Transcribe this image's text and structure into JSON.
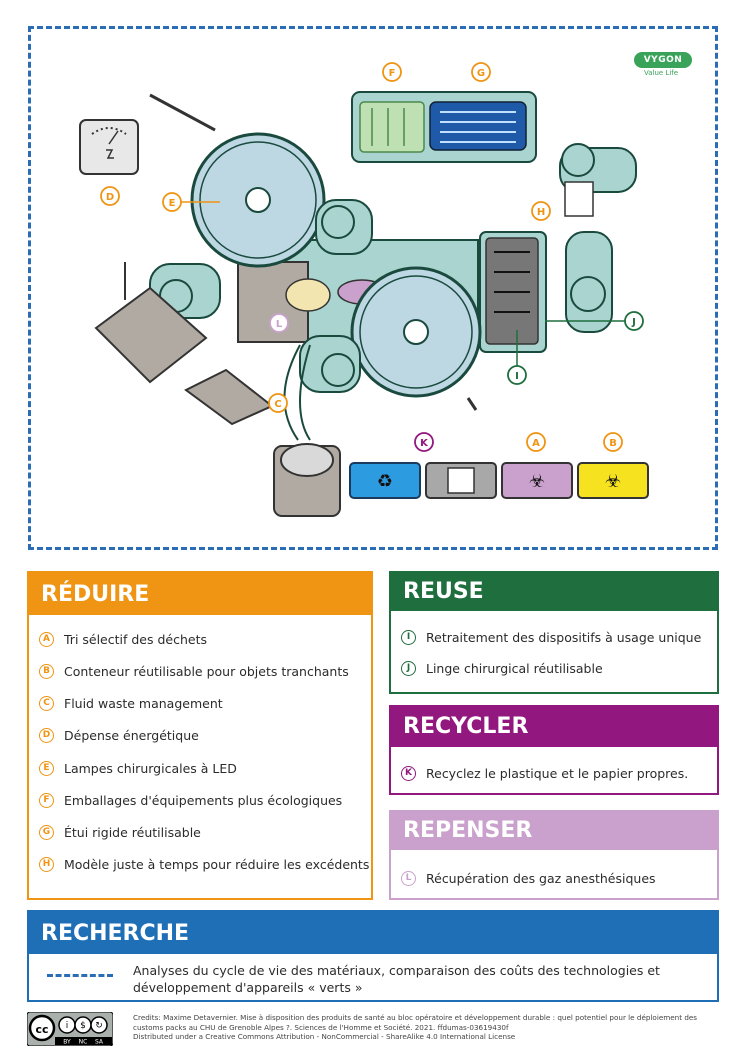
{
  "logo": {
    "brand": "VYGON",
    "tagline": "Value Life"
  },
  "diagram_letters": [
    "A",
    "B",
    "C",
    "D",
    "E",
    "F",
    "G",
    "H",
    "I",
    "J",
    "K",
    "L"
  ],
  "colors": {
    "reduire": "#ef9413",
    "reuse": "#1e6e3e",
    "recycler": "#92177e",
    "repenser": "#c9a1cc",
    "recherche": "#1f6fb7",
    "equipment": "#a9d4d0",
    "bin_blue": "#2d9be0",
    "bin_grey": "#a8a8a8",
    "bin_lilac": "#c9a1cc",
    "bin_yellow": "#f6e21f"
  },
  "icons": [
    "recycle-icon",
    "biohazard-icon",
    "creative-commons-icon"
  ],
  "panels": {
    "reduire": {
      "title": "RÉDUIRE",
      "items": [
        {
          "letter": "A",
          "text": "Tri sélectif des déchets"
        },
        {
          "letter": "B",
          "text": "Conteneur réutilisable pour objets tranchants"
        },
        {
          "letter": "C",
          "text": "Fluid waste management"
        },
        {
          "letter": "D",
          "text": "Dépense énergétique"
        },
        {
          "letter": "E",
          "text": "Lampes chirurgicales à LED"
        },
        {
          "letter": "F",
          "text": "Emballages d'équipements plus écologiques"
        },
        {
          "letter": "G",
          "text": "Étui rigide réutilisable"
        },
        {
          "letter": "H",
          "text": "Modèle juste à temps pour réduire les excédents"
        }
      ]
    },
    "reuse": {
      "title": "REUSE",
      "items": [
        {
          "letter": "I",
          "text": "Retraitement des dispositifs à usage unique"
        },
        {
          "letter": "J",
          "text": "Linge chirurgical réutilisable"
        }
      ]
    },
    "recycler": {
      "title": "RECYCLER",
      "items": [
        {
          "letter": "K",
          "text": "Recyclez le plastique et le papier propres."
        }
      ]
    },
    "repenser": {
      "title": "REPENSER",
      "items": [
        {
          "letter": "L",
          "text": "Récupération des gaz anesthésiques"
        }
      ]
    },
    "recherche": {
      "title": "RECHERCHE",
      "text": "Analyses du cycle de vie des matériaux, comparaison des coûts des technologies et développement d'appareils « verts »"
    }
  },
  "credits": {
    "line1": "Credits: Maxime Detavernier. Mise à disposition des produits de santé au bloc opératoire et développement durable : quel potentiel pour le déploiement des customs packs au CHU de Grenoble Alpes ?. Sciences de l'Homme et Société. 2021. ffdumas-03619430f",
    "line2": "Distributed under a Creative Commons Attribution - NonCommercial - ShareAlike 4.0 International License"
  },
  "cc_badges": [
    "BY",
    "NC",
    "SA"
  ]
}
